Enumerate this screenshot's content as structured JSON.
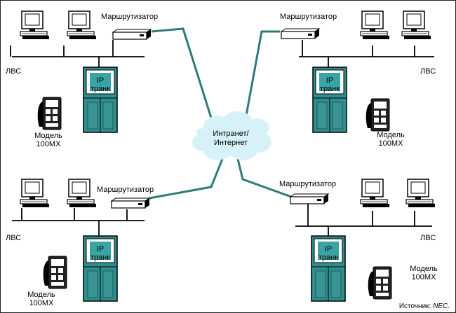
{
  "cloud": {
    "line1": "Интранет/",
    "line2": "Интернет"
  },
  "router_label": "Маршрутизатор",
  "lan_label": "ЛВС",
  "ip_trunk": {
    "line1": "IP",
    "line2": "транк"
  },
  "phone_model": {
    "line1": "Модель",
    "line2": "100MX"
  },
  "source": {
    "prefix": "Источник: ",
    "name": "NEC."
  },
  "colors": {
    "link": "#2f7a78",
    "cloud": "#d6f1f7",
    "trunk_top": "#2f8f8f",
    "trunk_bottom": "#3b9494",
    "outline": "#000000"
  }
}
